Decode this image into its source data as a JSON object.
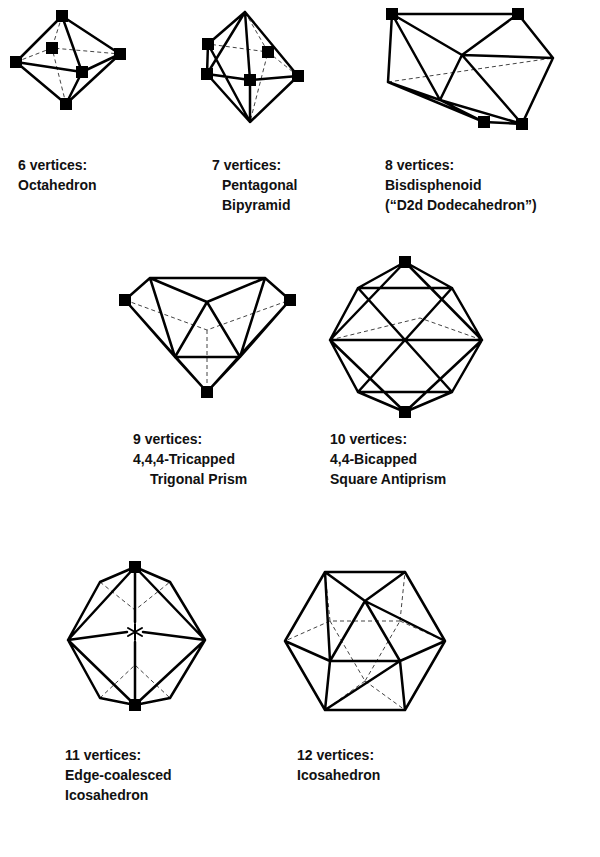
{
  "diagram": {
    "labels": [
      "6 vertices:",
      "Octahedron",
      "7 vertices:",
      "Pentagonal",
      "Bipyramid",
      "8 vertices:",
      "Bisdisphenoid",
      "(“D2d Dodecahedron”)",
      "9 vertices:",
      "4,4,4-Tricapped",
      "Trigonal Prism",
      "10 vertices:",
      "4,4-Bicapped",
      "Square Antiprism",
      "11 vertices:",
      "Edge-coalesced",
      "Icosahedron",
      "12 vertices:",
      "Icosahedron"
    ]
  }
}
